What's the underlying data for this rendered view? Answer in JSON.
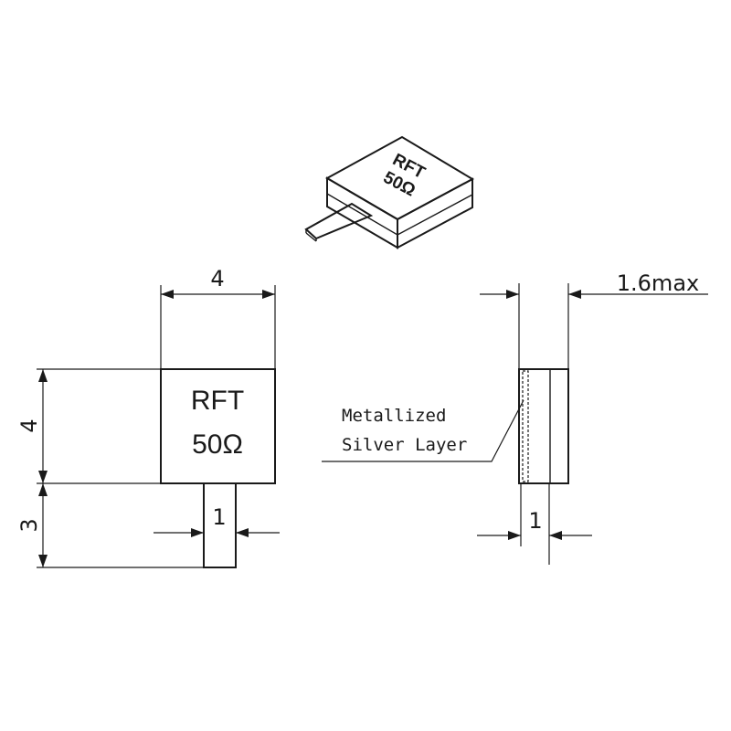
{
  "component": {
    "marking_line1": "RFT",
    "marking_line2": "50Ω"
  },
  "front_view": {
    "width_dim": "4",
    "height_dim": "4",
    "tab_length_dim": "3",
    "tab_width_dim": "1"
  },
  "side_view": {
    "thickness_dim": "1.6max",
    "tab_dim": "1",
    "callout_line1": "Metallized",
    "callout_line2": "Silver Layer"
  }
}
